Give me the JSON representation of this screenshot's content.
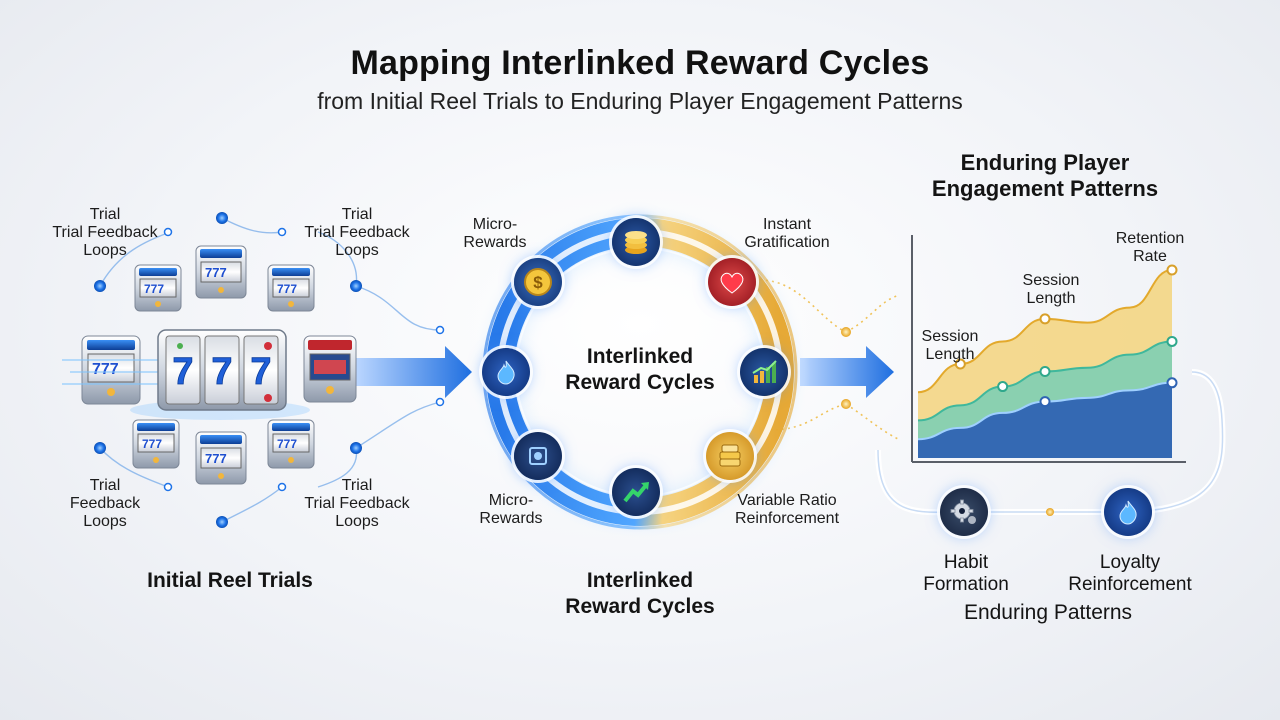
{
  "header": {
    "title": "Mapping Interlinked Reward Cycles",
    "subtitle": "from Initial Reel Trials to Enduring Player Engagement Patterns"
  },
  "left": {
    "section_label": "Initial Reel Trials",
    "feedback_labels": [
      {
        "line1": "Trial",
        "line2": "Trial Feedback",
        "line3": "Loops"
      },
      {
        "line1": "Trial",
        "line2": "Trial Feedback",
        "line3": "Loops"
      },
      {
        "line1": "Trial",
        "line2": "Feedback",
        "line3": "Loops"
      },
      {
        "line1": "Trial",
        "line2": "Trial Feedback",
        "line3": "Loops"
      }
    ],
    "reel_symbols": "777"
  },
  "center": {
    "ring_label_line1": "Interlinked",
    "ring_label_line2": "Reward Cycles",
    "section_label_line1": "Interlinked",
    "section_label_line2": "Reward Cycles",
    "node_labels": {
      "top_left": {
        "line1": "Micro-",
        "line2": "Rewards"
      },
      "top_right": {
        "line1": "Instant",
        "line2": "Gratification"
      },
      "bottom_left": {
        "line1": "Micro-",
        "line2": "Rewards"
      },
      "bottom_right": {
        "line1": "Variable Ratio",
        "line2": "Reinforcement"
      }
    },
    "nodes": [
      {
        "icon": "dollar-coin-icon"
      },
      {
        "icon": "coin-stack-icon"
      },
      {
        "icon": "heart-icon"
      },
      {
        "icon": "bar-chart-icon"
      },
      {
        "icon": "gold-bars-icon"
      },
      {
        "icon": "trend-up-icon"
      },
      {
        "icon": "shield-icon"
      },
      {
        "icon": "flame-icon"
      }
    ],
    "colors": {
      "blue": "#1e73e8",
      "gold": "#f2b63c"
    }
  },
  "right": {
    "title_line1": "Enduring Player",
    "title_line2": "Engagement Patterns",
    "chart_labels": {
      "session_length_low": {
        "line1": "Session",
        "line2": "Length"
      },
      "session_length_high": {
        "line1": "Session",
        "line2": "Length"
      },
      "retention_rate": {
        "line1": "Retention",
        "line2": "Rate"
      }
    },
    "habit": {
      "line1": "Habit",
      "line2": "Formation",
      "icon": "gear-icon"
    },
    "loyalty": {
      "line1": "Loyalty",
      "line2": "Reinforcement",
      "icon": "flame-icon"
    },
    "section_label": "Enduring Patterns"
  },
  "chart_data": {
    "type": "area",
    "title": "",
    "xlabel": "",
    "ylabel": "",
    "x": [
      0,
      1,
      2,
      3,
      4,
      5,
      6
    ],
    "series": [
      {
        "values": [
          0.35,
          0.5,
          0.62,
          0.74,
          0.72,
          0.8,
          1.0
        ]
      },
      {
        "values": [
          0.2,
          0.28,
          0.38,
          0.46,
          0.48,
          0.55,
          0.62
        ]
      },
      {
        "values": [
          0.1,
          0.16,
          0.24,
          0.3,
          0.32,
          0.36,
          0.4
        ]
      }
    ],
    "colors": [
      "#f0c75a",
      "#5fc6b2",
      "#2d62b0"
    ],
    "grid": false
  }
}
